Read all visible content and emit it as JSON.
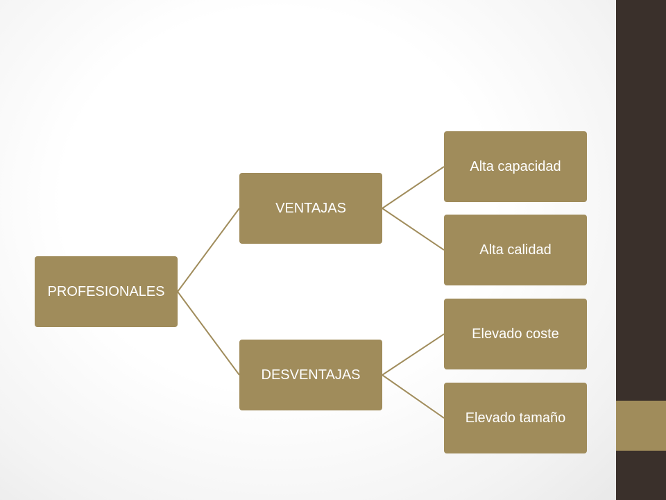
{
  "diagram": {
    "root": {
      "label": "PROFESIONALES"
    },
    "branches": [
      {
        "label": "VENTAJAS",
        "children": [
          "Alta capacidad",
          "Alta calidad"
        ]
      },
      {
        "label": "DESVENTAJAS",
        "children": [
          "Elevado coste",
          "Elevado tamaño"
        ]
      }
    ]
  },
  "colors": {
    "node_fill": "#a08c5b",
    "node_text": "#ffffff",
    "connector": "#a08c5b",
    "sidebar": "#3a302b",
    "sidebar_accent": "#a08c5b"
  }
}
